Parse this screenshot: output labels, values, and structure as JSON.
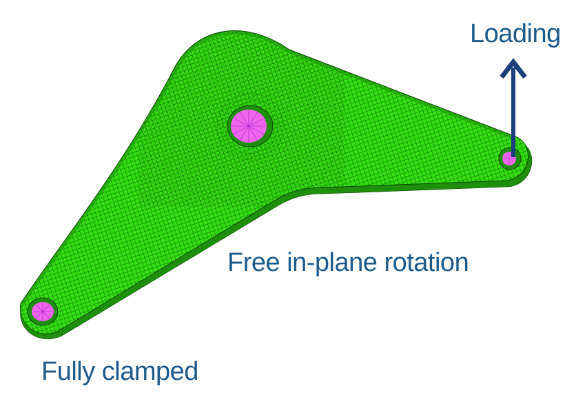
{
  "labels": {
    "loading": "Loading",
    "free_rotation": "Free in-plane rotation",
    "fully_clamped": "Fully clamped"
  },
  "colors": {
    "label_text": "#1c5a8a",
    "arrow": "#1a3f7a",
    "mesh_fill": "#33dd11",
    "mesh_line": "#0a4a05",
    "mesh_edge": "#1e8f0a",
    "hole_fill": "#ee66ee",
    "spoke": "#aa22cc"
  },
  "icons": {
    "load_arrow": "arrow-up-icon",
    "hole_rbe": "radial-spokes-icon"
  }
}
